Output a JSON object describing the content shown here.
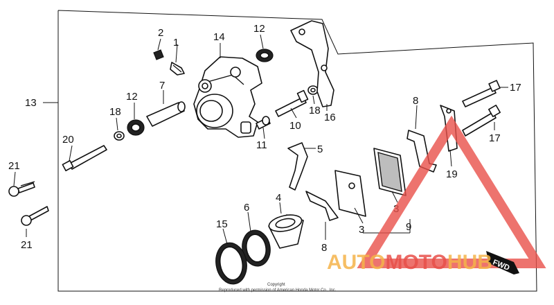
{
  "callouts": {
    "c1": "1",
    "c2": "2",
    "c3a": "3",
    "c3b": "3",
    "c4": "4",
    "c5": "5",
    "c6": "6",
    "c7": "7",
    "c8a": "8",
    "c8b": "8",
    "c9": "9",
    "c10": "10",
    "c11": "11",
    "c12a": "12",
    "c12b": "12",
    "c13": "13",
    "c14": "14",
    "c15": "15",
    "c16": "16",
    "c17a": "17",
    "c17b": "17",
    "c18a": "18",
    "c18b": "18",
    "c19": "19",
    "c20": "20",
    "c21a": "21",
    "c21b": "21"
  },
  "direction_label": "FWD",
  "copyright": {
    "line1": "Copyright",
    "line2": "Reproduced with permission of American Honda Motor Co., Inc."
  },
  "watermark": {
    "part1": "AUTO",
    "part2": "MOTO",
    "part3": "HUB",
    "colors": {
      "orange": "#f5b34a",
      "red": "#e8504a",
      "triangle": "#e8504a"
    }
  }
}
